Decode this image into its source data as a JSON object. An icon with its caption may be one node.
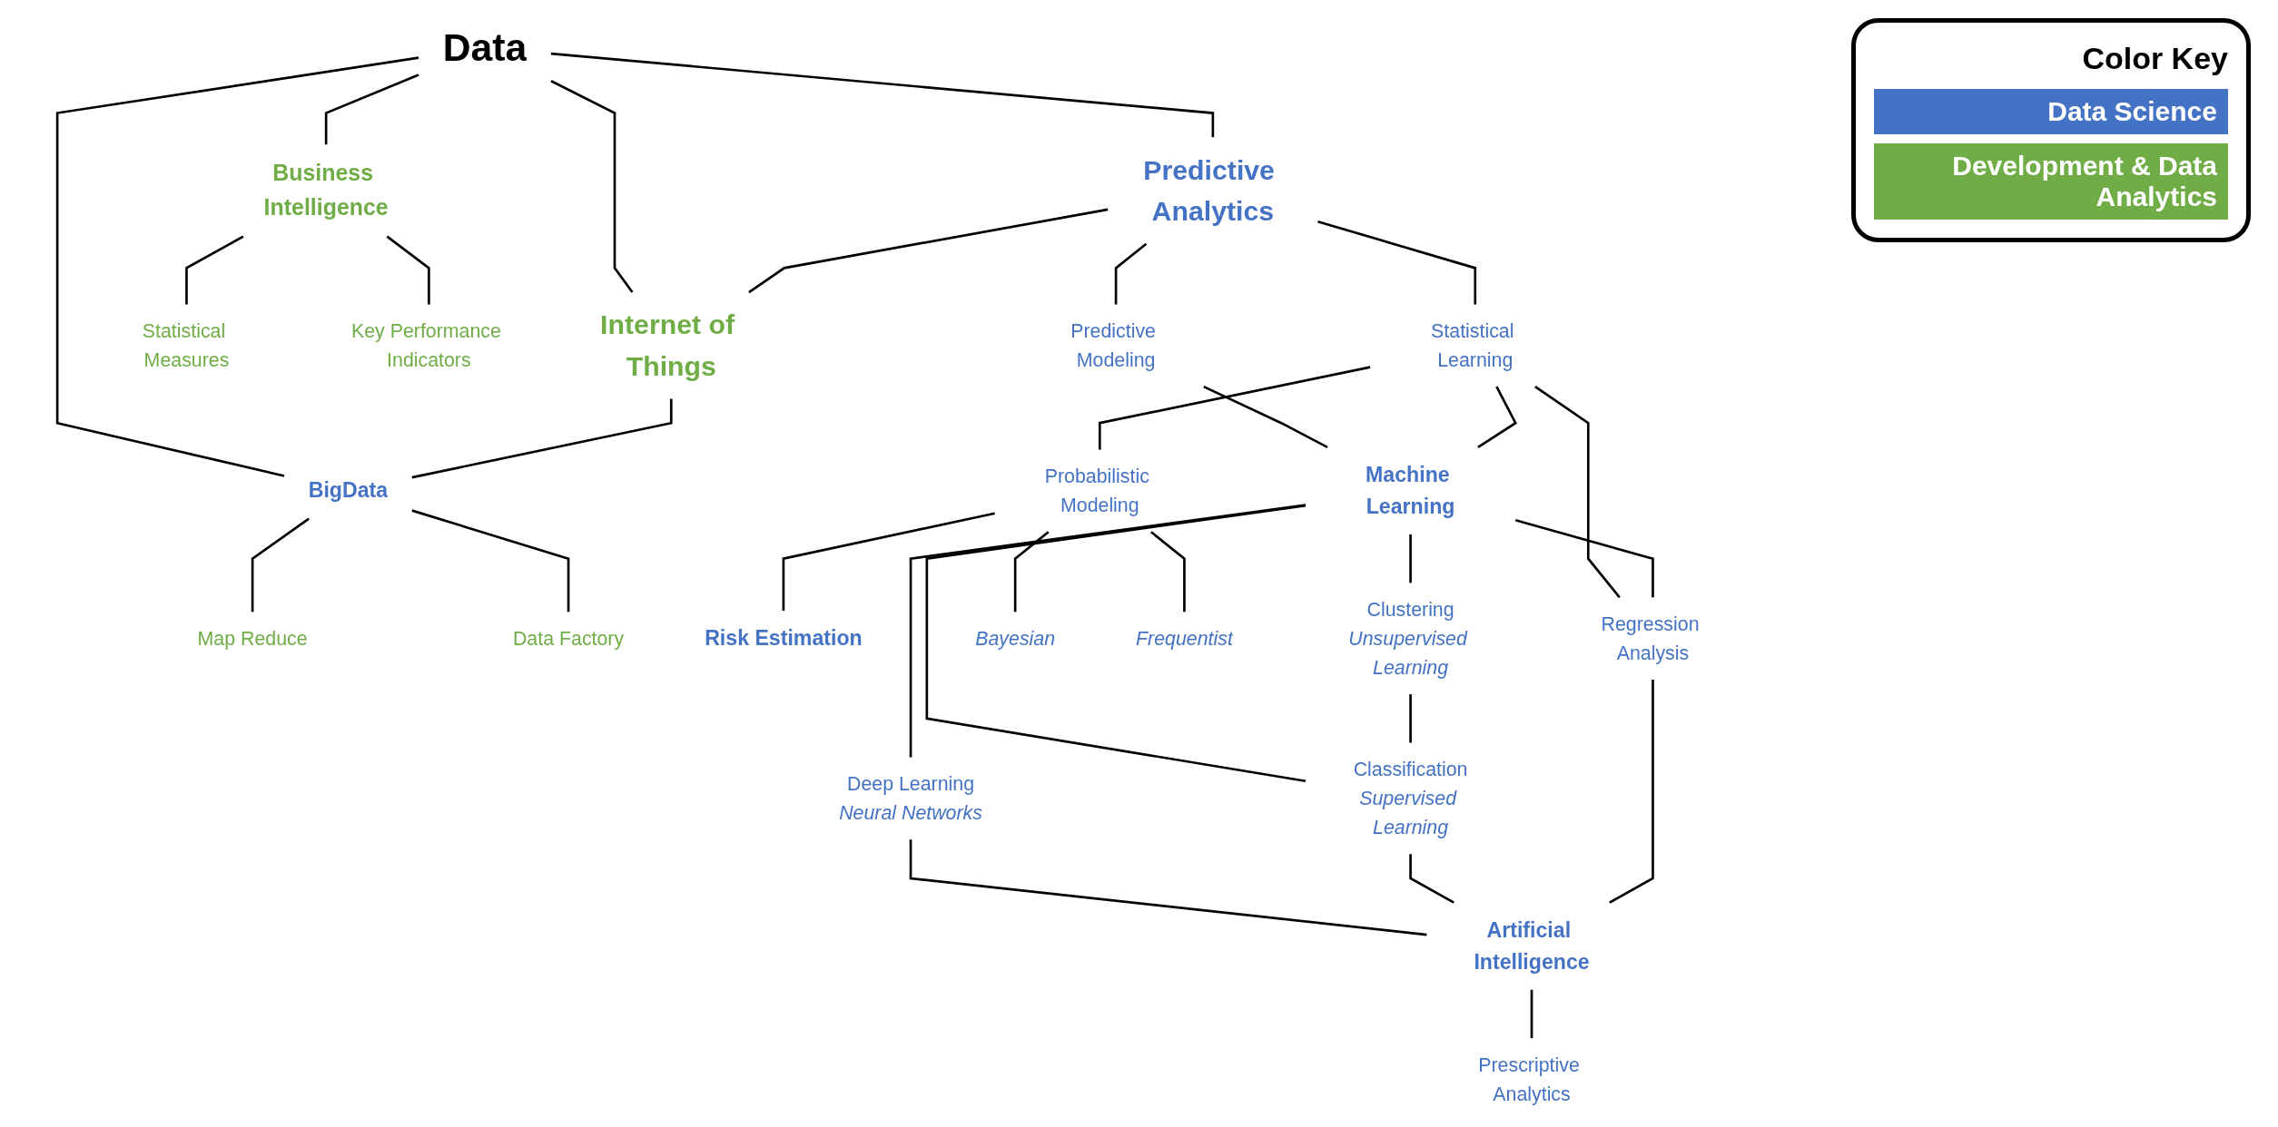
{
  "diagram": {
    "nodes": [
      {
        "text": [
          "Data"
        ]
      },
      {
        "text": [
          "Predictive Analytics"
        ]
      },
      {
        "text": [
          "Internet of Things"
        ]
      },
      {
        "text": [
          "Business Intelligence"
        ]
      },
      {
        "text": [
          "BigData"
        ]
      },
      {
        "text": [
          "Statistical Measures"
        ]
      },
      {
        "text": [
          "Key Performance Indicators"
        ]
      },
      {
        "text": [
          "Predictive Modeling"
        ]
      },
      {
        "text": [
          "Statistical Learning"
        ]
      },
      {
        "text": [
          "Map Reduce"
        ]
      },
      {
        "text": [
          "Data Factory"
        ]
      },
      {
        "text": [
          "Machine Learning"
        ]
      },
      {
        "text": [
          "Probabilistic Modeling"
        ]
      },
      {
        "text": [
          "Risk Estimation"
        ]
      },
      {
        "text": [
          "Deep Learning",
          "Neural Networks"
        ]
      },
      {
        "text": [
          "Clustering",
          "Unsupervised Learning"
        ]
      },
      {
        "text": [
          "Regression Analysis"
        ]
      },
      {
        "text": [
          "Bayesian"
        ]
      },
      {
        "text": [
          "Frequentist"
        ]
      },
      {
        "text": [
          "Classification",
          "Supervised Learning"
        ]
      },
      {
        "text": [
          "Artificial Intelligence"
        ]
      },
      {
        "text": [
          "Prescriptive Analytics"
        ]
      }
    ],
    "edges": [
      {
        "from": 0,
        "to": 1,
        "arrow": "none"
      },
      {
        "from": 0,
        "to": 2,
        "arrow": "none"
      },
      {
        "from": 0,
        "to": 4,
        "arrow": "none"
      },
      {
        "from": 0,
        "to": 3,
        "arrow": "none"
      },
      {
        "from": 1,
        "to": 2,
        "arrow": "none"
      },
      {
        "from": 2,
        "to": 4,
        "arrow": "none"
      },
      {
        "from": 3,
        "to": 5,
        "arrow": "none"
      },
      {
        "from": 3,
        "to": 6,
        "arrow": "none"
      },
      {
        "from": 1,
        "to": 7,
        "arrow": "none"
      },
      {
        "from": 1,
        "to": 8,
        "arrow": "none"
      },
      {
        "from": 7,
        "to": 11,
        "arrow": "none"
      },
      {
        "from": 8,
        "to": 11,
        "arrow": "none"
      },
      {
        "from": 4,
        "to": 9,
        "arrow": "none"
      },
      {
        "from": 4,
        "to": 10,
        "arrow": "none"
      },
      {
        "from": 8,
        "to": 16,
        "arrow": "none"
      },
      {
        "from": 8,
        "to": 12,
        "arrow": "none"
      },
      {
        "from": 12,
        "to": 13,
        "arrow": "none"
      },
      {
        "from": 12,
        "to": 17,
        "arrow": "none"
      },
      {
        "from": 12,
        "to": 18,
        "arrow": "none"
      },
      {
        "from": 11,
        "to": 14,
        "arrow": "none"
      },
      {
        "from": 11,
        "to": 19,
        "arrow": "none"
      },
      {
        "from": 11,
        "to": 15,
        "arrow": "none"
      },
      {
        "from": 11,
        "to": 16,
        "arrow": "none"
      },
      {
        "from": 15,
        "to": 19,
        "arrow": "none"
      },
      {
        "from": 14,
        "to": 20,
        "arrow": "none"
      },
      {
        "from": 19,
        "to": 20,
        "arrow": "none"
      },
      {
        "from": 16,
        "to": 20,
        "arrow": "none"
      },
      {
        "from": 20,
        "to": 21,
        "arrow": "none"
      }
    ],
    "labels": [
      "Color Key"
    ],
    "legend": [
      {
        "text": "Data Science",
        "color": "#4472c4"
      },
      {
        "text": "Development & Data Analytics",
        "color": "#70ad47"
      }
    ]
  }
}
